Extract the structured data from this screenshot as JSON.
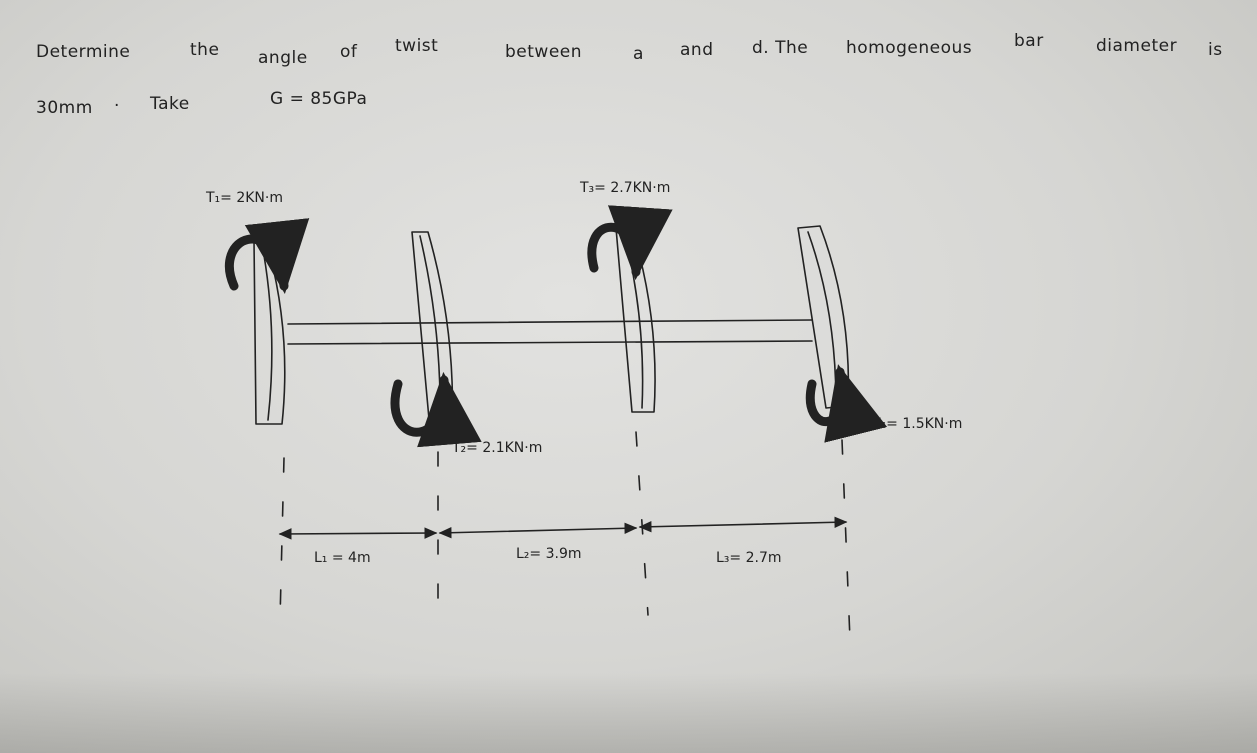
{
  "problem": {
    "line1_words": [
      "Determine",
      "the",
      "angle",
      "of",
      "twist",
      "between",
      "a",
      "and",
      "d. The",
      "homogeneous",
      "bar",
      "diameter",
      "is"
    ],
    "line2_words": [
      "30mm",
      "·",
      "Take",
      "G = 85GPa"
    ]
  },
  "diagram": {
    "torques": {
      "t1": "T₁= 2KN·m",
      "t2": "T₂= 2.1KN·m",
      "t3": "T₃= 2.7KN·m",
      "t4": "T₄= 1.5KN·m"
    },
    "lengths": {
      "l1": "L₁ = 4m",
      "l2": "L₂= 3.9m",
      "l3": "L₃= 2.7m"
    }
  },
  "colors": {
    "ink": "#222222",
    "paper": "#dcdcda"
  }
}
